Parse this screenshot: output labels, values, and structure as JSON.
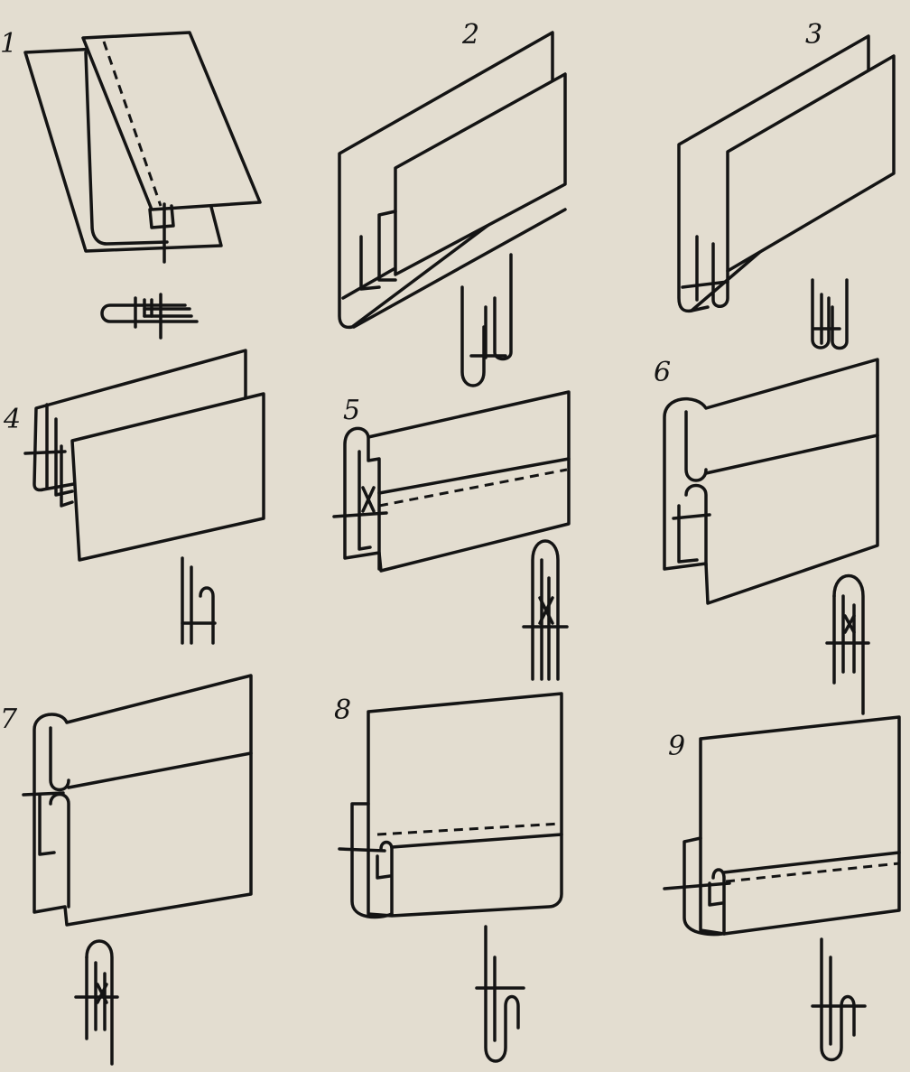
{
  "figure": {
    "panels": [
      {
        "number": "1"
      },
      {
        "number": "2"
      },
      {
        "number": "3"
      },
      {
        "number": "4"
      },
      {
        "number": "5"
      },
      {
        "number": "6"
      },
      {
        "number": "7"
      },
      {
        "number": "8"
      },
      {
        "number": "9"
      }
    ]
  },
  "colors": {
    "paper": "#e3ddd0",
    "ink": "#141414"
  }
}
